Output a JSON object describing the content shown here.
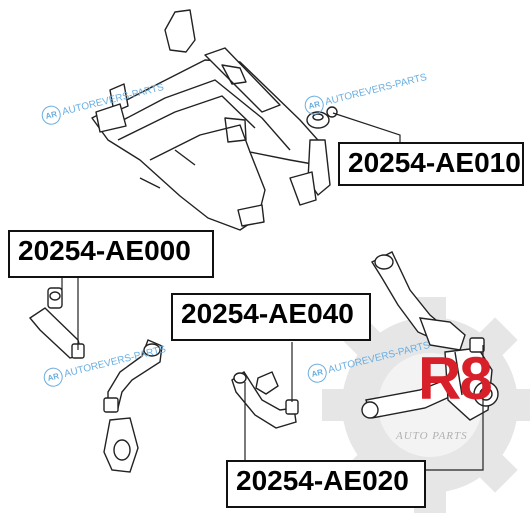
{
  "part_numbers": [
    "20254-AE010",
    "20254-AE000",
    "20254-AE040",
    "20254-AE020"
  ],
  "watermark": {
    "badge": "AR",
    "text": "AUTOREVERS-PARTS"
  },
  "logo": {
    "mark": "R8",
    "tagline": "AUTO PARTS",
    "color": "#d8202a"
  },
  "colors": {
    "line": "#222222",
    "watermark": "#6aaee0",
    "gear": "#e3e3e3"
  }
}
